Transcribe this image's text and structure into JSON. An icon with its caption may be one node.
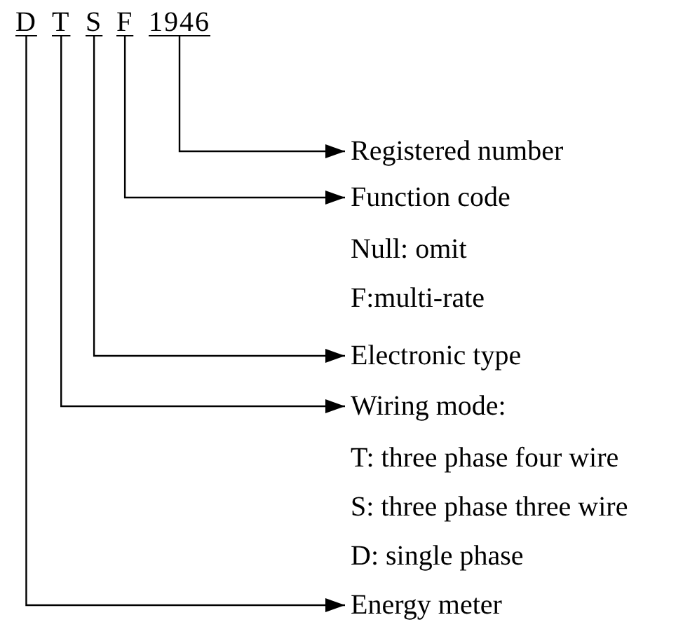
{
  "diagram": {
    "nodes": [
      {
        "text": [
          "D"
        ]
      },
      {
        "text": [
          "T"
        ]
      },
      {
        "text": [
          "S"
        ]
      },
      {
        "text": [
          "F"
        ]
      },
      {
        "text": [
          "1946"
        ]
      },
      {
        "text": [
          "Registered number"
        ]
      },
      {
        "text": [
          "Function code"
        ],
        "beside": [
          "Null: omit",
          "F:multi-rate"
        ]
      },
      {
        "text": [
          "Electronic type"
        ]
      },
      {
        "text": [
          "Wiring mode:"
        ],
        "beside": [
          "T: three phase four wire",
          "S: three phase three wire",
          "D: single phase"
        ]
      },
      {
        "text": [
          "Energy meter"
        ]
      }
    ],
    "edges": [
      {
        "from": 4,
        "to": 5,
        "arrow": "to"
      },
      {
        "from": 3,
        "to": 6,
        "arrow": "to"
      },
      {
        "from": 2,
        "to": 7,
        "arrow": "to"
      },
      {
        "from": 1,
        "to": 8,
        "arrow": "to"
      },
      {
        "from": 0,
        "to": 9,
        "arrow": "to"
      }
    ]
  }
}
